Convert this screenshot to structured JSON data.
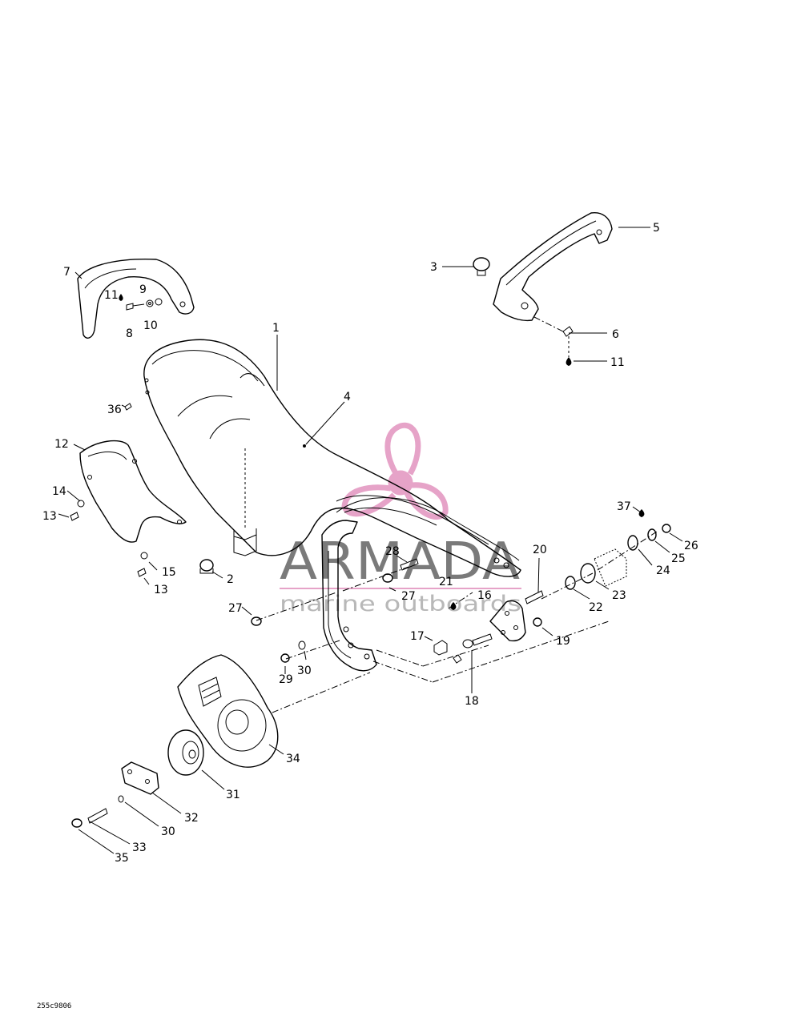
{
  "drawing_code": "255c9806",
  "watermark": {
    "brand": "ARMADA",
    "subtitle": "marine outboards",
    "color": "#e6a3c8",
    "text_color": "#7a7a7a"
  },
  "callouts": [
    "1",
    "2",
    "3",
    "4",
    "5",
    "6",
    "7",
    "8",
    "9",
    "10",
    "11",
    "11",
    "12",
    "13",
    "13",
    "14",
    "15",
    "16",
    "17",
    "18",
    "19",
    "20",
    "21",
    "22",
    "23",
    "24",
    "25",
    "26",
    "27",
    "27",
    "28",
    "29",
    "30",
    "30",
    "31",
    "32",
    "33",
    "34",
    "35",
    "36",
    "37"
  ]
}
